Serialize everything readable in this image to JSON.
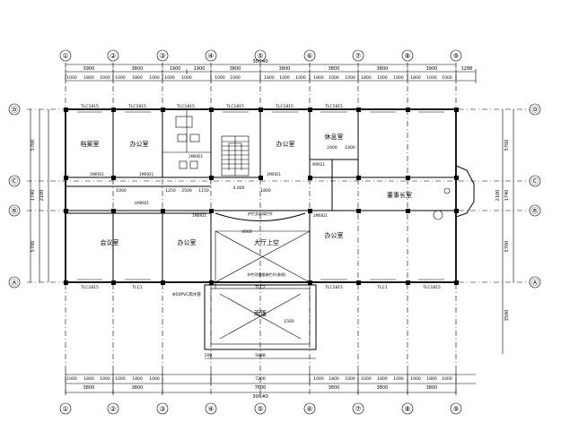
{
  "axes_x": [
    "①",
    "②",
    "③",
    "④",
    "⑤",
    "⑥",
    "⑦",
    "⑧",
    "⑨"
  ],
  "axes_y": [
    "Ⓓ",
    "Ⓒ",
    "Ⓑ",
    "Ⓐ"
  ],
  "total_width": "30640",
  "bays_top": [
    "3900",
    "3800",
    "1900",
    "1900",
    "3800",
    "3800",
    "3800",
    "3800",
    "1288",
    "3900"
  ],
  "sub_dims": [
    "1000",
    "1800",
    "1000",
    "1000",
    "1800",
    "1000",
    "1000",
    "1000",
    "1000",
    "1000",
    "1800",
    "1000",
    "1000",
    "1800",
    "1000",
    "1000",
    "1800",
    "1000",
    "1000",
    "1800",
    "1000",
    "1000",
    "1800",
    "1000"
  ],
  "bays_bottom": [
    "3800",
    "3800",
    "7200",
    "3800",
    "3800",
    "3800"
  ],
  "bottom_mid": "7600",
  "left_dims": [
    "5700",
    "1740",
    "2100",
    "5700"
  ],
  "right_dims": [
    "5700",
    "1740",
    "2100",
    "5700",
    "3500"
  ],
  "rooms": {
    "archive": "档案室",
    "office1": "办公室",
    "office2": "办公室",
    "office3": "办公室",
    "office4": "办公室",
    "lounge": "休息室",
    "meeting": "会议室",
    "board": "董事长室",
    "hall_void": "大厅上空",
    "porch": "雨篷"
  },
  "windows": [
    "TLC1815",
    "TLC1815",
    "TLC1815",
    "TLC1815",
    "TLC1815",
    "TLC1815",
    "TLC1815",
    "TLC1",
    "TLC2",
    "TLC1815",
    "TLC1",
    "TLC1815"
  ],
  "doors": [
    "1M0921",
    "1M0921",
    "1M0921",
    "1M0921",
    "LM0921",
    "1M0921",
    "1M0821",
    "M0921"
  ],
  "notes": {
    "rail1": "护栏及玻璃栏杆",
    "rail2": "护栏同钢楼梯栏杆(参照)",
    "drain": "Φ50PVC雨水管",
    "level": "4.000",
    "ht": "1500",
    "porch_w": "5688",
    "r_inner": "200",
    "d2400": "2400",
    "d1400": "1400",
    "d4000": "4000",
    "d1800": "1800",
    "d1000": "1000",
    "d1250": "1250",
    "d1150": "1150",
    "d2500": "2500",
    "bay_left": "1000"
  }
}
